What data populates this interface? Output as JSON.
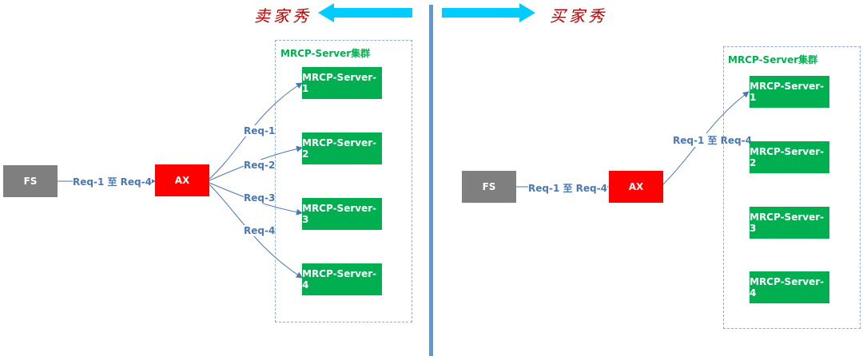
{
  "header": {
    "left_title": "卖家秀",
    "right_title": "买家秀"
  },
  "left": {
    "fs_label": "FS",
    "ax_label": "AX",
    "link_label": "Req-1 至 Req-4",
    "cluster_title": "MRCP-Server集群",
    "servers": [
      "MRCP-Server-1",
      "MRCP-Server-2",
      "MRCP-Server-3",
      "MRCP-Server-4"
    ],
    "branch_labels": [
      "Req-1",
      "Req-2",
      "Req-3",
      "Req-4"
    ]
  },
  "right": {
    "fs_label": "FS",
    "ax_label": "AX",
    "link_label": "Req-1 至 Req-4",
    "cluster_title": "MRCP-Server集群",
    "servers": [
      "MRCP-Server-1",
      "MRCP-Server-2",
      "MRCP-Server-3",
      "MRCP-Server-4"
    ],
    "branch_label": "Req-1 至 Req-4"
  },
  "colors": {
    "arrow": "#00ccff",
    "divider": "#5b9bd5",
    "line": "#4a78b5",
    "fs": "#7f7f7f",
    "ax": "#ff0000",
    "server": "#00b050",
    "title": "#c00000"
  }
}
